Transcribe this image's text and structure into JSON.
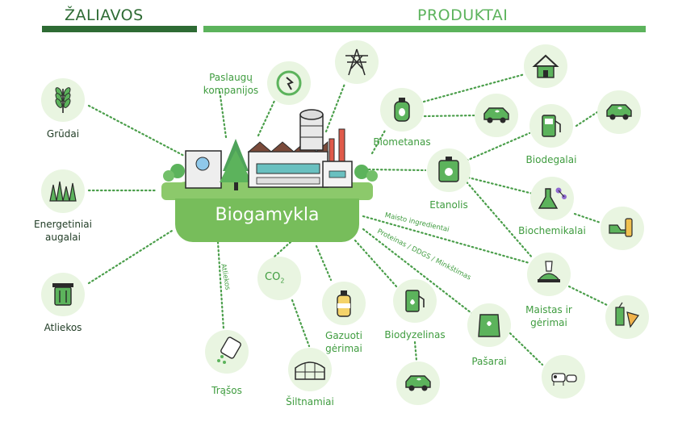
{
  "header": {
    "left_title": "ŽALIAVOS",
    "right_title": "PRODUKTAI",
    "left_color": "#2e6b34",
    "right_color": "#5cb35c"
  },
  "center": {
    "label": "Biogamykla"
  },
  "inputs": [
    {
      "id": "grudai",
      "label": "Grūdai",
      "icon": "wheat-icon"
    },
    {
      "id": "energetiniai",
      "label": "Energetiniai\naugalai",
      "icon": "grass-icon"
    },
    {
      "id": "atliekos",
      "label": "Atliekos",
      "icon": "trash-can-icon"
    }
  ],
  "products": [
    {
      "id": "paslaugu",
      "label": "Paslaugų\nkompanijos",
      "icon": "power-plug-icon"
    },
    {
      "id": "tower",
      "label": "",
      "icon": "power-tower-icon"
    },
    {
      "id": "biometanas",
      "label": "Biometanas",
      "icon": "gas-cylinder-icon"
    },
    {
      "id": "house",
      "label": "",
      "icon": "house-icon"
    },
    {
      "id": "car1",
      "label": "",
      "icon": "car-icon"
    },
    {
      "id": "biodegalai",
      "label": "Biodegalai",
      "icon": "fuel-pump-icon"
    },
    {
      "id": "car2",
      "label": "",
      "icon": "car-icon"
    },
    {
      "id": "etanolis",
      "label": "Etanolis",
      "icon": "canister-icon"
    },
    {
      "id": "biochemikalai",
      "label": "Biochemikalai",
      "icon": "flask-molecule-icon"
    },
    {
      "id": "shoe",
      "label": "",
      "icon": "shoe-bottle-icon"
    },
    {
      "id": "maistas",
      "label": "Maistas ir\ngėrimai",
      "icon": "meal-icon"
    },
    {
      "id": "drinkpizza",
      "label": "",
      "icon": "drink-pizza-icon"
    },
    {
      "id": "pasarai",
      "label": "Pašarai",
      "icon": "feed-bag-icon"
    },
    {
      "id": "animals",
      "label": "",
      "icon": "farm-animals-icon"
    },
    {
      "id": "biodyzelinas",
      "label": "Biodyzelinas",
      "icon": "diesel-pump-icon"
    },
    {
      "id": "car3",
      "label": "",
      "icon": "car-icon"
    },
    {
      "id": "co2",
      "label": "",
      "icon": "co2-icon"
    },
    {
      "id": "gazuoti",
      "label": "Gazuoti\ngėrimai",
      "icon": "soda-bottle-icon"
    },
    {
      "id": "siltnamiai",
      "label": "Šiltnamiai",
      "icon": "greenhouse-icon"
    },
    {
      "id": "trasos",
      "label": "Trąšos",
      "icon": "fertilizer-icon"
    }
  ],
  "co2_text": {
    "main": "CO",
    "sub": "2"
  },
  "edge_labels": {
    "maisto": "Maisto ingredientai",
    "proteinas": "Proteinas / DDGS / Minkštimas",
    "atliekos": "Atliekos"
  },
  "colors": {
    "circle": "#e9f5e1",
    "icon_green": "#5cb35c",
    "dark": "#2a2a2a",
    "dotted": "#4a9e4a"
  }
}
